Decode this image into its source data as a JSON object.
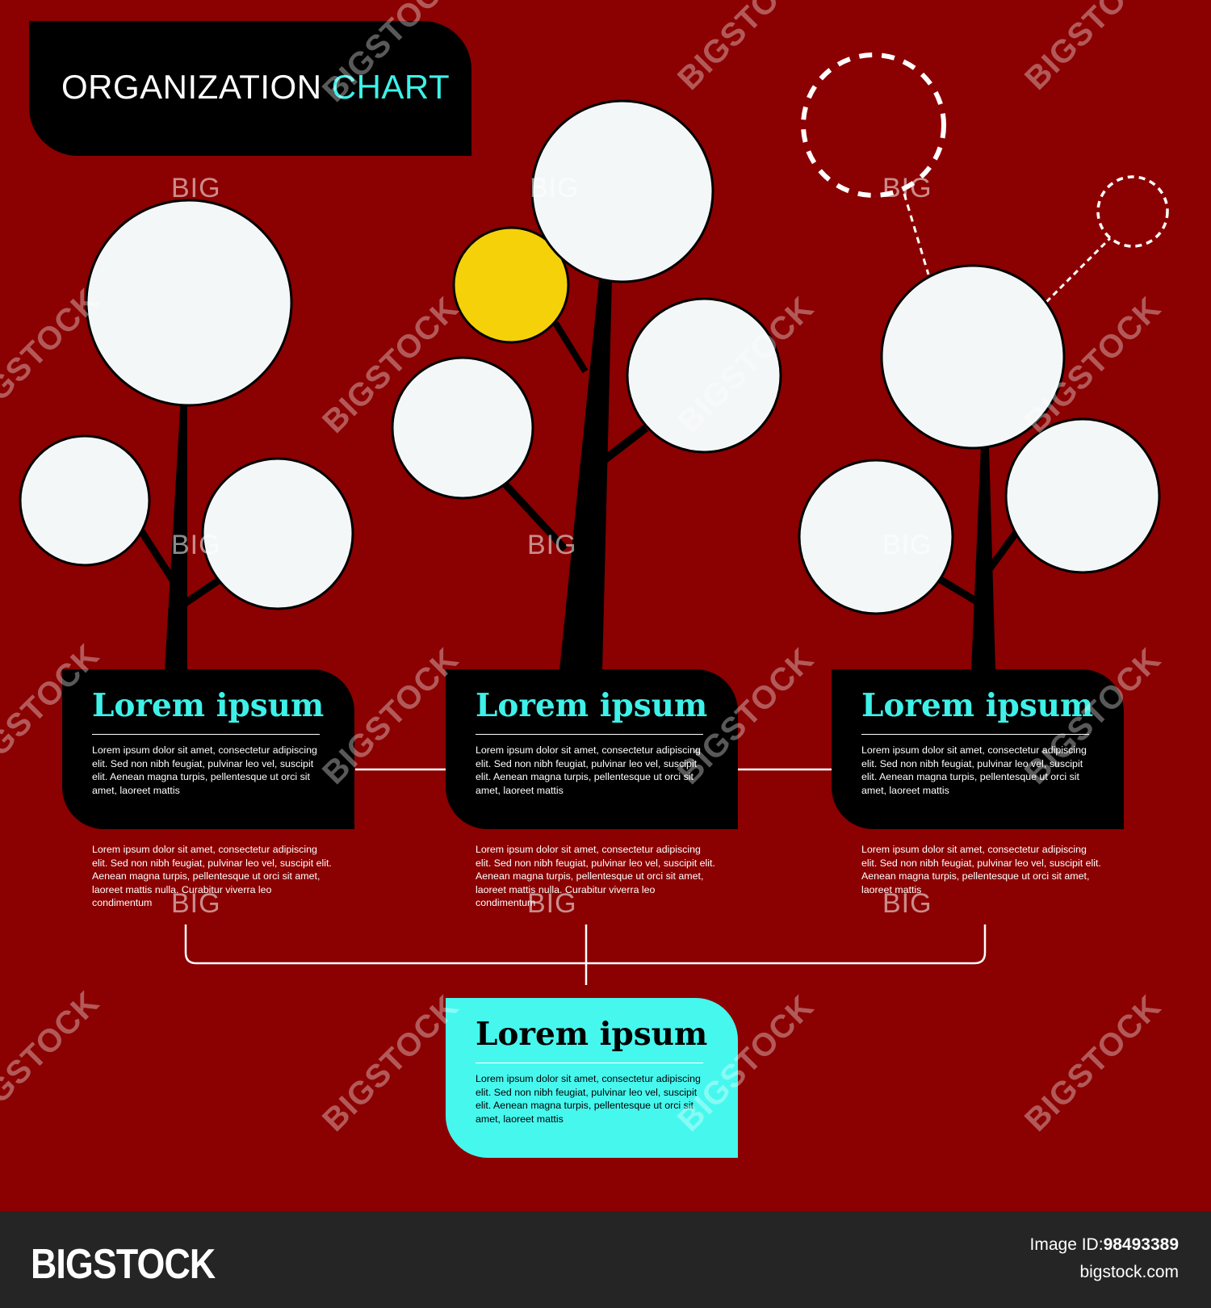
{
  "title": {
    "main": "ORGANIZATION ",
    "accent": "CHART"
  },
  "colors": {
    "background": "#8b0000",
    "card": "#000000",
    "accent": "#3ef1e8",
    "highlight_card": "#46f7ee",
    "highlight_node": "#f5d10a",
    "node": "#f4f7f8"
  },
  "cards": [
    {
      "heading": "Lorem ipsum",
      "body": "Lorem ipsum dolor sit amet, consectetur adipiscing elit. Sed non nibh feugiat, pulvinar leo vel, suscipit elit. Aenean magna turpis, pellentesque ut orci sit amet, laoreet mattis"
    },
    {
      "heading": "Lorem ipsum",
      "body": "Lorem ipsum dolor sit amet, consectetur adipiscing elit. Sed non nibh feugiat, pulvinar leo vel, suscipit elit. Aenean magna turpis, pellentesque ut orci sit amet, laoreet mattis"
    },
    {
      "heading": "Lorem ipsum",
      "body": "Lorem ipsum dolor sit amet, consectetur adipiscing elit. Sed non nibh feugiat, pulvinar leo vel, suscipit elit. Aenean magna turpis, pellentesque ut orci sit amet, laoreet mattis"
    }
  ],
  "below_texts": [
    "Lorem ipsum dolor sit amet, consectetur adipiscing elit. Sed non nibh feugiat, pulvinar leo vel, suscipit elit. Aenean magna turpis, pellentesque ut orci sit amet, laoreet mattis nulla. Curabitur viverra leo condimentum",
    "Lorem ipsum dolor sit amet, consectetur adipiscing elit. Sed non nibh feugiat, pulvinar leo vel, suscipit elit. Aenean magna turpis, pellentesque ut orci sit amet, laoreet mattis nulla. Curabitur viverra leo condimentum",
    "Lorem ipsum dolor sit amet, consectetur adipiscing elit. Sed non nibh feugiat, pulvinar leo vel, suscipit elit. Aenean magna turpis, pellentesque ut orci sit amet, laoreet mattis"
  ],
  "bottom_card": {
    "heading": "Lorem ipsum",
    "body": "Lorem ipsum dolor sit amet, consectetur adipiscing elit. Sed non nibh feugiat, pulvinar leo vel, suscipit elit. Aenean magna turpis, pellentesque ut orci sit amet, laoreet mattis"
  },
  "watermark": {
    "large": "BIGSTOCK",
    "small": "BIG"
  },
  "footer": {
    "logo": "BIGSTOCK",
    "image_id_label": "Image ID:",
    "image_id": "98493389",
    "url": "bigstock.com"
  }
}
